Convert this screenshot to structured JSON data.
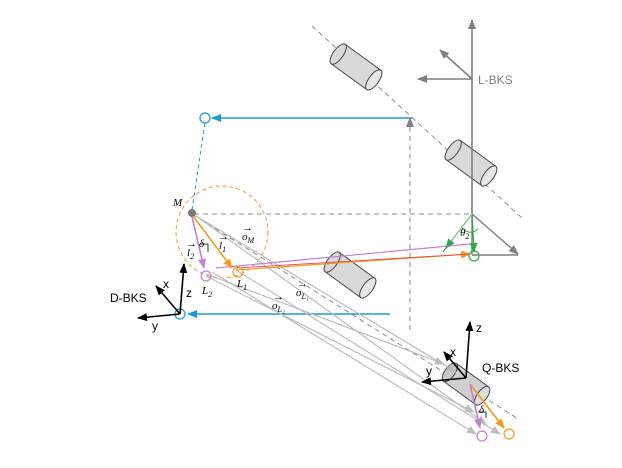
{
  "labels": {
    "l_bks": "L-BKS",
    "d_bks": "D-BKS",
    "q_bks": "Q-BKS",
    "point_m": "M",
    "l1": "L",
    "l1_sub": "1",
    "l2": "L",
    "l2_sub": "2",
    "delta_top": "δ",
    "delta_bottom": "δ",
    "theta": "θ",
    "theta_sub": "2",
    "vec_l1": "l",
    "vec_l1_sub": "1",
    "vec_l2": "l",
    "vec_l2_sub": "2",
    "vec_o_m": "o",
    "vec_o_m_sub": "M",
    "vec_o_l1": "o",
    "vec_o_l1_sub": "L₁",
    "vec_o_l2": "o",
    "vec_o_l2_sub": "L₂",
    "axis_x": "x",
    "axis_y": "y",
    "axis_z": "z"
  },
  "colors": {
    "gray_axes": "#7f7f7f",
    "blue": "#1b9ad6",
    "orange": "#f39a1e",
    "violet": "#c77fd6",
    "green": "#2fa84f",
    "light_gray": "#c8c8c8"
  }
}
